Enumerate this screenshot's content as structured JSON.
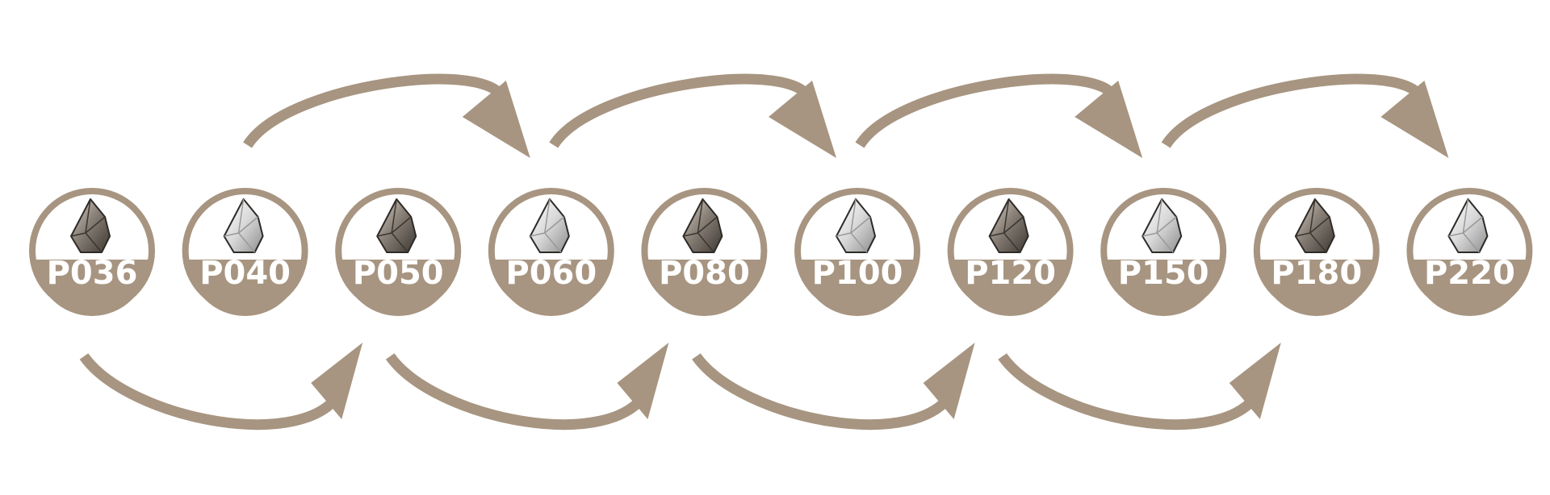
{
  "colors": {
    "accent": "#a79581",
    "label_text": "#ffffff",
    "background": "#ffffff"
  },
  "grits": [
    {
      "label": "P036",
      "grain": "dark"
    },
    {
      "label": "P040",
      "grain": "light"
    },
    {
      "label": "P050",
      "grain": "dark"
    },
    {
      "label": "P060",
      "grain": "light"
    },
    {
      "label": "P080",
      "grain": "dark"
    },
    {
      "label": "P100",
      "grain": "light"
    },
    {
      "label": "P120",
      "grain": "dark"
    },
    {
      "label": "P150",
      "grain": "light"
    },
    {
      "label": "P180",
      "grain": "dark"
    },
    {
      "label": "P220",
      "grain": "light"
    }
  ],
  "arrows": {
    "top": [
      {
        "from": "P040",
        "to": "P060"
      },
      {
        "from": "P060",
        "to": "P100"
      },
      {
        "from": "P100",
        "to": "P150"
      },
      {
        "from": "P150",
        "to": "P220"
      }
    ],
    "bottom": [
      {
        "from": "P036",
        "to": "P050"
      },
      {
        "from": "P050",
        "to": "P080"
      },
      {
        "from": "P080",
        "to": "P120"
      },
      {
        "from": "P120",
        "to": "P180"
      }
    ]
  }
}
